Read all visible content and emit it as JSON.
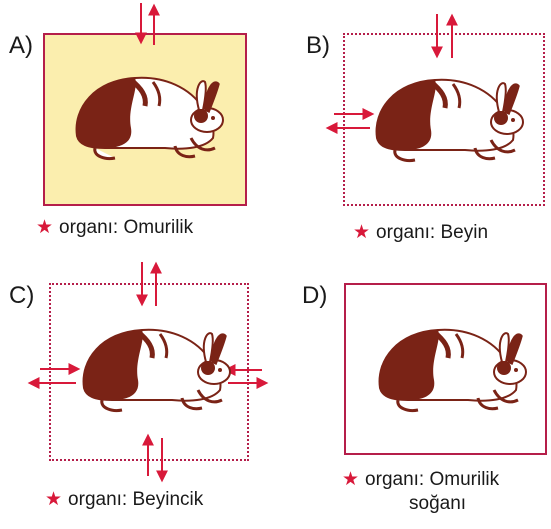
{
  "colors": {
    "border": "#b51e4a",
    "arrow": "#d8193a",
    "star": "#d8193a",
    "highlight": "#fbeeae",
    "rabbit_dark": "#7a2316",
    "rabbit_light": "#ffffff"
  },
  "panels": [
    {
      "letter": "A)",
      "star_icon": "red-star-icon",
      "caption": "organı: Omurilik",
      "caption_line2": ""
    },
    {
      "letter": "B)",
      "star_icon": "red-star-icon",
      "caption": "organı: Beyin",
      "caption_line2": ""
    },
    {
      "letter": "C)",
      "star_icon": "red-star-icon",
      "caption": "organı: Beyincik",
      "caption_line2": ""
    },
    {
      "letter": "D)",
      "star_icon": "red-star-icon",
      "caption": "organı: Omurilik",
      "caption_line2": "soğanı"
    }
  ]
}
